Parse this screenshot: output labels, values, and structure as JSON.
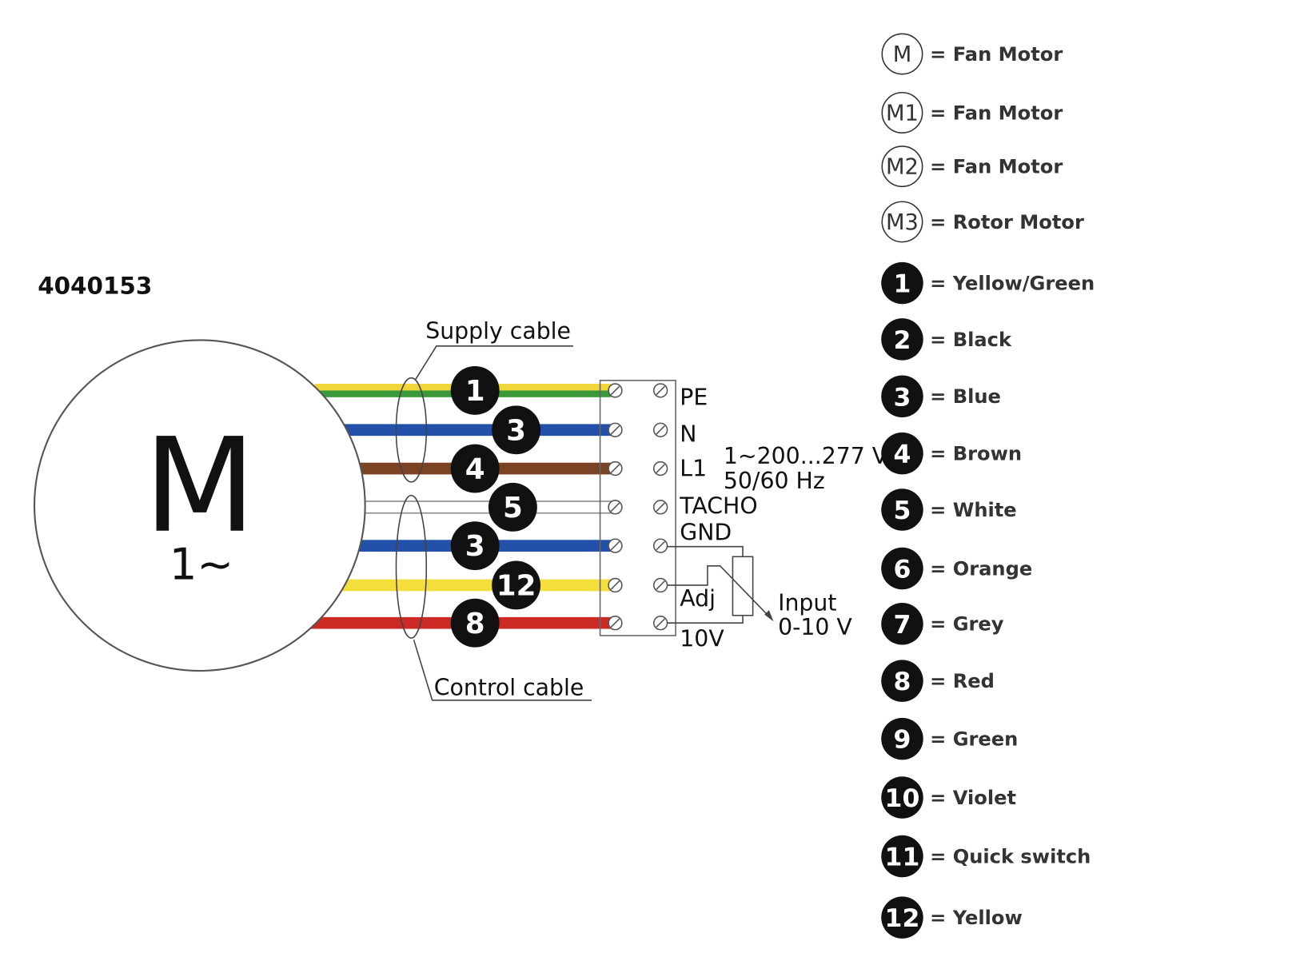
{
  "part_number": "4040153",
  "motor": {
    "symbol": "M",
    "phase": "1~"
  },
  "cables": {
    "supply": "Supply cable",
    "control": "Control cable"
  },
  "wires": [
    {
      "badge": "1",
      "colors": [
        "#f1d63a",
        "#3a9a3a"
      ],
      "terminal": "PE"
    },
    {
      "badge": "3",
      "colors": [
        "#2350a8"
      ],
      "terminal": "N"
    },
    {
      "badge": "4",
      "colors": [
        "#7a4424"
      ],
      "terminal": "L1"
    },
    {
      "badge": "5",
      "colors": [
        "#ffffff"
      ],
      "terminal": "TACHO"
    },
    {
      "badge": "3",
      "colors": [
        "#2350a8"
      ],
      "terminal": "GND"
    },
    {
      "badge": "12",
      "colors": [
        "#f4de3c"
      ],
      "terminal": "Adj"
    },
    {
      "badge": "8",
      "colors": [
        "#cc2a24"
      ],
      "terminal": "10V"
    }
  ],
  "supply_spec": {
    "voltage": "1~200...277 V",
    "frequency": "50/60 Hz"
  },
  "input_spec": {
    "line1": "Input",
    "line2": "0-10 V"
  },
  "legend": [
    {
      "symbol": "M",
      "style": "outline",
      "text": "= Fan Motor"
    },
    {
      "symbol": "M1",
      "style": "outline",
      "text": "= Fan Motor"
    },
    {
      "symbol": "M2",
      "style": "outline",
      "text": "= Fan Motor"
    },
    {
      "symbol": "M3",
      "style": "outline",
      "text": "= Rotor Motor"
    },
    {
      "symbol": "1",
      "style": "filled",
      "text": "= Yellow/Green"
    },
    {
      "symbol": "2",
      "style": "filled",
      "text": "= Black"
    },
    {
      "symbol": "3",
      "style": "filled",
      "text": "= Blue"
    },
    {
      "symbol": "4",
      "style": "filled",
      "text": "= Brown"
    },
    {
      "symbol": "5",
      "style": "filled",
      "text": "= White"
    },
    {
      "symbol": "6",
      "style": "filled",
      "text": "= Orange"
    },
    {
      "symbol": "7",
      "style": "filled",
      "text": "= Grey"
    },
    {
      "symbol": "8",
      "style": "filled",
      "text": "= Red"
    },
    {
      "symbol": "9",
      "style": "filled",
      "text": "= Green"
    },
    {
      "symbol": "10",
      "style": "filled",
      "text": "= Violet"
    },
    {
      "symbol": "11",
      "style": "filled",
      "text": "= Quick switch"
    },
    {
      "symbol": "12",
      "style": "filled",
      "text": "= Yellow"
    }
  ]
}
